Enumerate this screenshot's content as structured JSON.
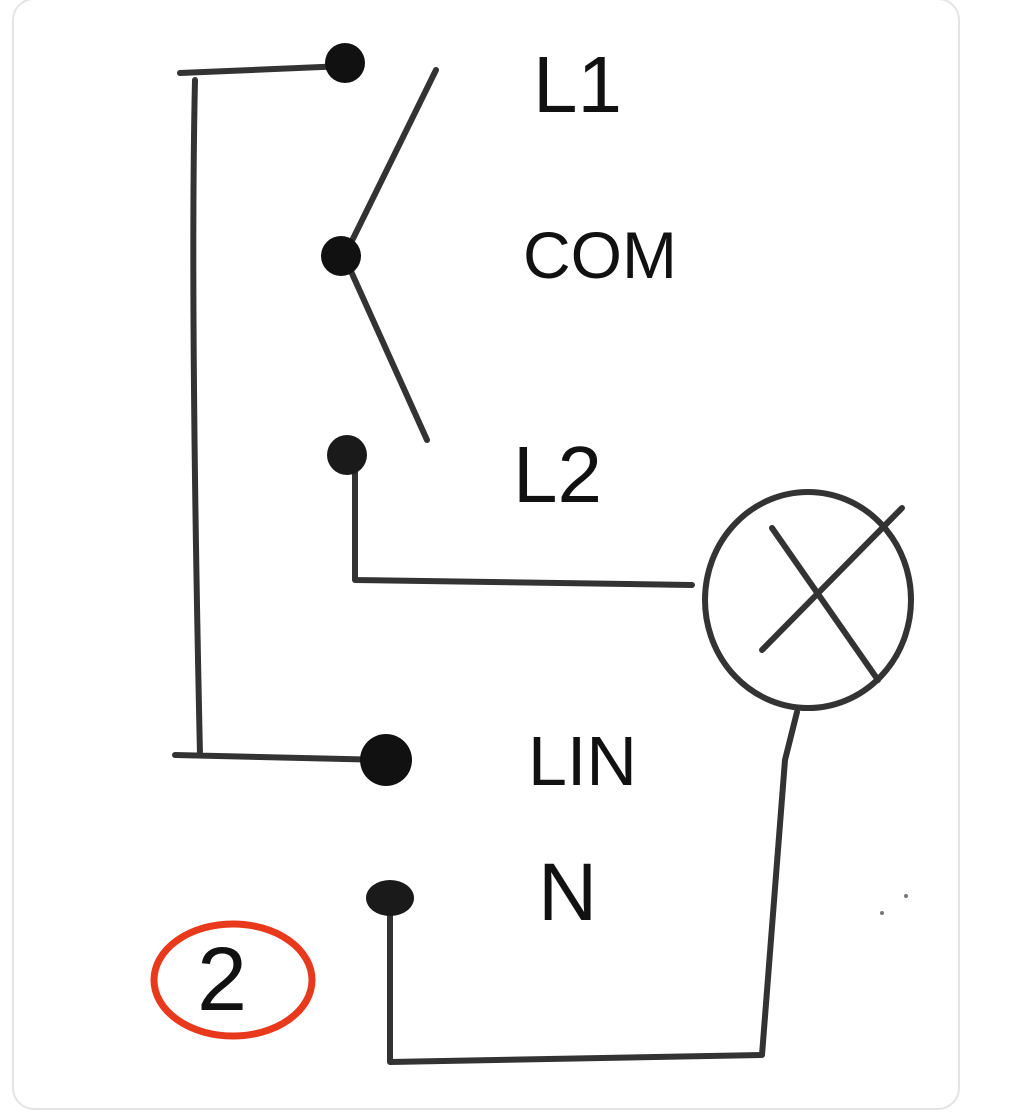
{
  "diagram": {
    "terminals": [
      {
        "label": "L1"
      },
      {
        "label": "COM"
      },
      {
        "label": "L2"
      },
      {
        "label": "LIN"
      },
      {
        "label": "N"
      }
    ],
    "figure_number": "2",
    "colors": {
      "ink": "#222222",
      "highlight": "#e8391d",
      "border": "#e4e4e4"
    }
  }
}
